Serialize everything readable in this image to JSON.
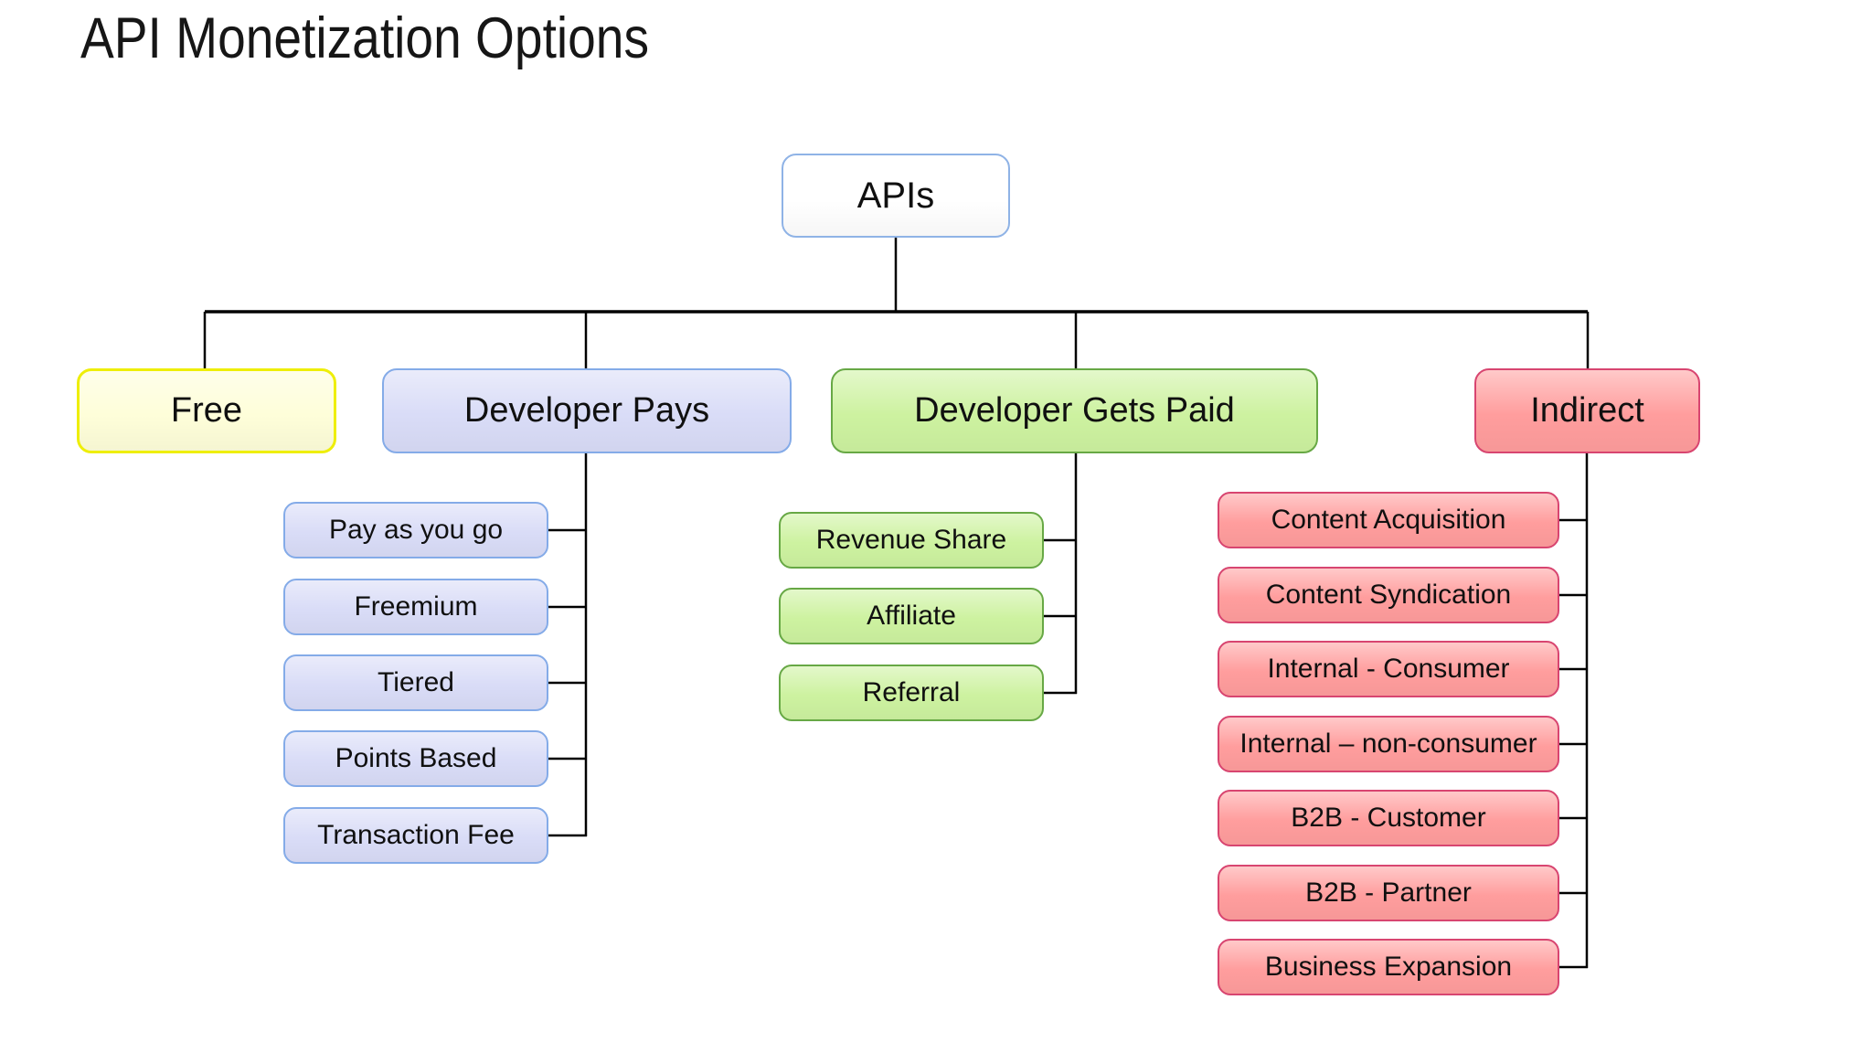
{
  "title": "API Monetization Options",
  "connector_color": "#000000",
  "root": {
    "label": "APIs",
    "fill": "#ffffff",
    "stroke": "#8fb3e6"
  },
  "branches": [
    {
      "label": "Free",
      "fill": "#fefed9",
      "stroke": "#eeee08",
      "children": []
    },
    {
      "label": "Developer Pays",
      "fill": "#d9dcf7",
      "stroke": "#84abe8",
      "children": [
        "Pay as you go",
        "Freemium",
        "Tiered",
        "Points Based",
        "Transaction Fee"
      ]
    },
    {
      "label": "Developer Gets Paid",
      "fill": "#cdf2a0",
      "stroke": "#67a845",
      "children": [
        "Revenue Share",
        "Affiliate",
        "Referral"
      ]
    },
    {
      "label": "Indirect",
      "fill": "#ff9d9d",
      "stroke": "#d84570",
      "children": [
        "Content Acquisition",
        "Content Syndication",
        "Internal - Consumer",
        "Internal – non-consumer",
        "B2B - Customer",
        "B2B - Partner",
        "Business Expansion"
      ]
    }
  ]
}
